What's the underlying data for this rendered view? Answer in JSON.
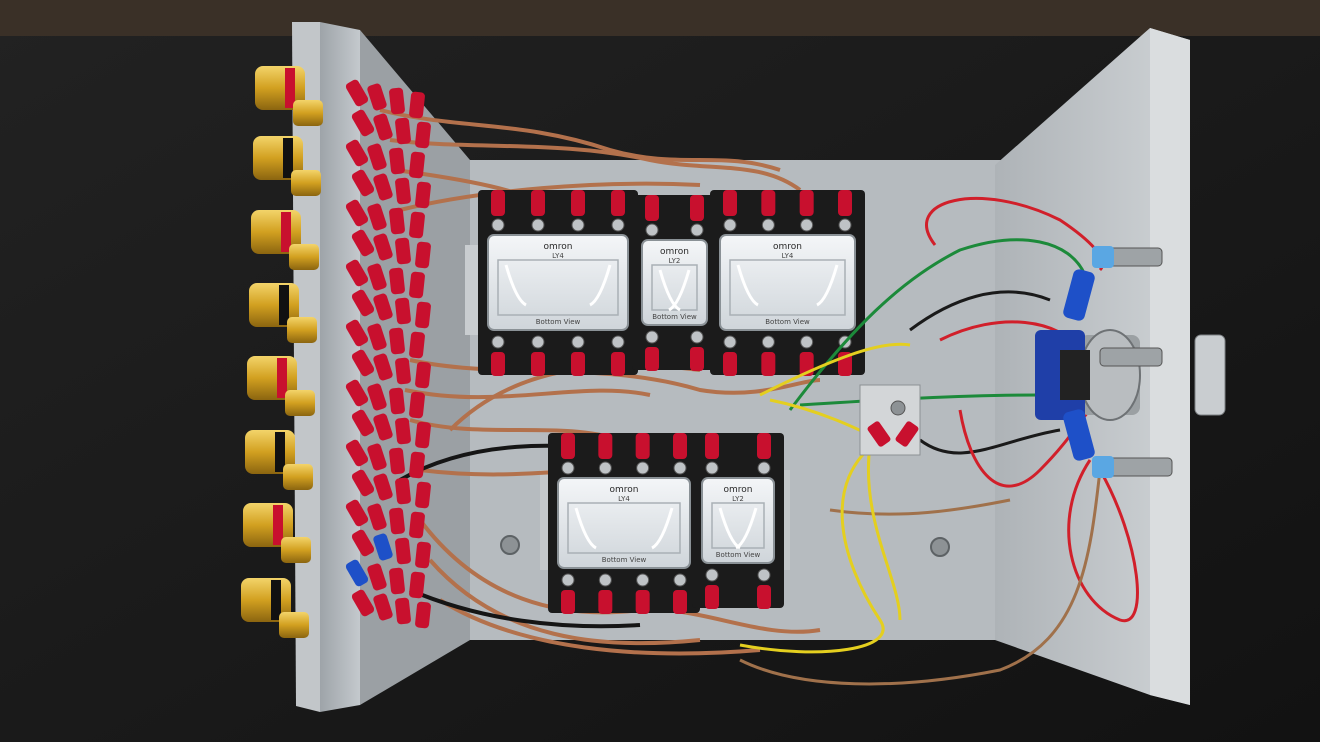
{
  "relays": [
    {
      "brand": "omron",
      "model": "LY4",
      "view": "Bottom View"
    },
    {
      "brand": "omron",
      "model": "LY2",
      "view": "Bottom View"
    },
    {
      "brand": "omron",
      "model": "LY4",
      "view": "Bottom View"
    },
    {
      "brand": "omron",
      "model": "LY4",
      "view": "Bottom View"
    },
    {
      "brand": "omron",
      "model": "LY2",
      "view": "Bottom View"
    }
  ],
  "colors": {
    "background": "#1a1a1a",
    "chassis": "#b9bec2",
    "chassis_dark": "#8e9397",
    "copper_wire": "#b3714c",
    "red_terminal": "#c8102e",
    "blue_terminal": "#1e50c8",
    "brass": "#d6a520",
    "socket": "#1b1b1b",
    "relay_clear": "#e8ecef"
  }
}
